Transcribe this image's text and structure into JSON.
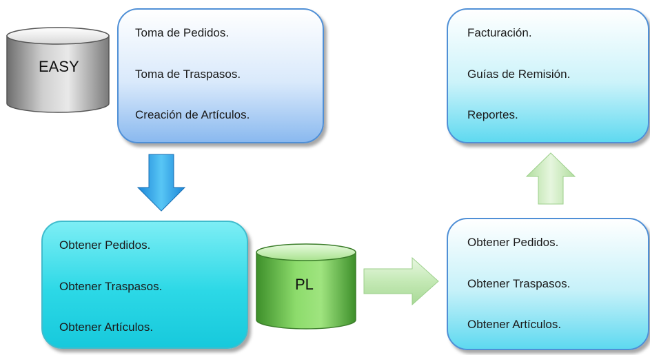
{
  "easy_db": {
    "label": "EASY"
  },
  "pl_db": {
    "label": "PL"
  },
  "top_left": {
    "lines": [
      "Toma de Pedidos.",
      "Toma de Traspasos.",
      "Creación de Artículos."
    ]
  },
  "top_right": {
    "lines": [
      "Facturación.",
      "Guías de Remisión.",
      "Reportes."
    ]
  },
  "bottom_left": {
    "lines": [
      "Obtener Pedidos.",
      "Obtener Traspasos.",
      "Obtener Artículos."
    ]
  },
  "bottom_right": {
    "lines": [
      "Obtener Pedidos.",
      "Obtener Traspasos.",
      "Obtener Artículos."
    ]
  },
  "colors": {
    "box_border": "#4f8fd6",
    "easy_cylinder": "#9a9a9a",
    "pl_cylinder": "#66c24d",
    "down_arrow": "#2aa6e8",
    "right_arrow": "#c8ebbb",
    "up_arrow": "#c8ebbb"
  },
  "icons": [
    "database-cylinder-icon",
    "arrow-down-icon",
    "arrow-right-icon",
    "arrow-up-icon"
  ]
}
